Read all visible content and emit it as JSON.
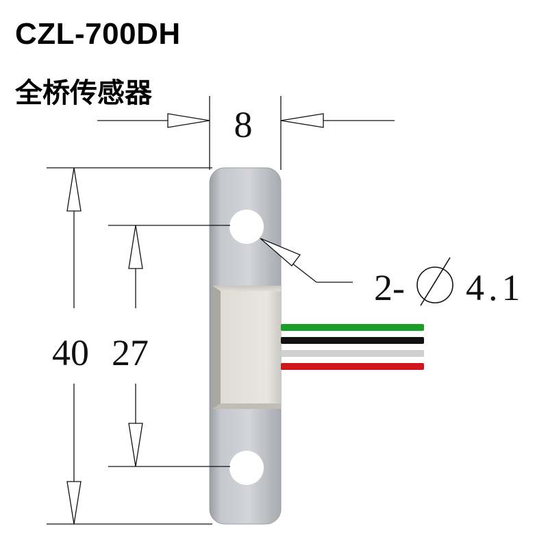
{
  "title": "CZL-700DH",
  "subtitle": "全桥传感器",
  "dimensions": {
    "width_label": "8",
    "total_length_label": "40",
    "hole_spacing_label": "27",
    "hole_count_prefix": "2-",
    "hole_diameter_label": "4.1"
  },
  "wires": [
    {
      "color": "#1a9e2a"
    },
    {
      "color": "#111111"
    },
    {
      "color": "#cfcfcf"
    },
    {
      "color": "#d0161c"
    }
  ],
  "icons": {
    "diameter": "diameter-symbol-icon"
  }
}
